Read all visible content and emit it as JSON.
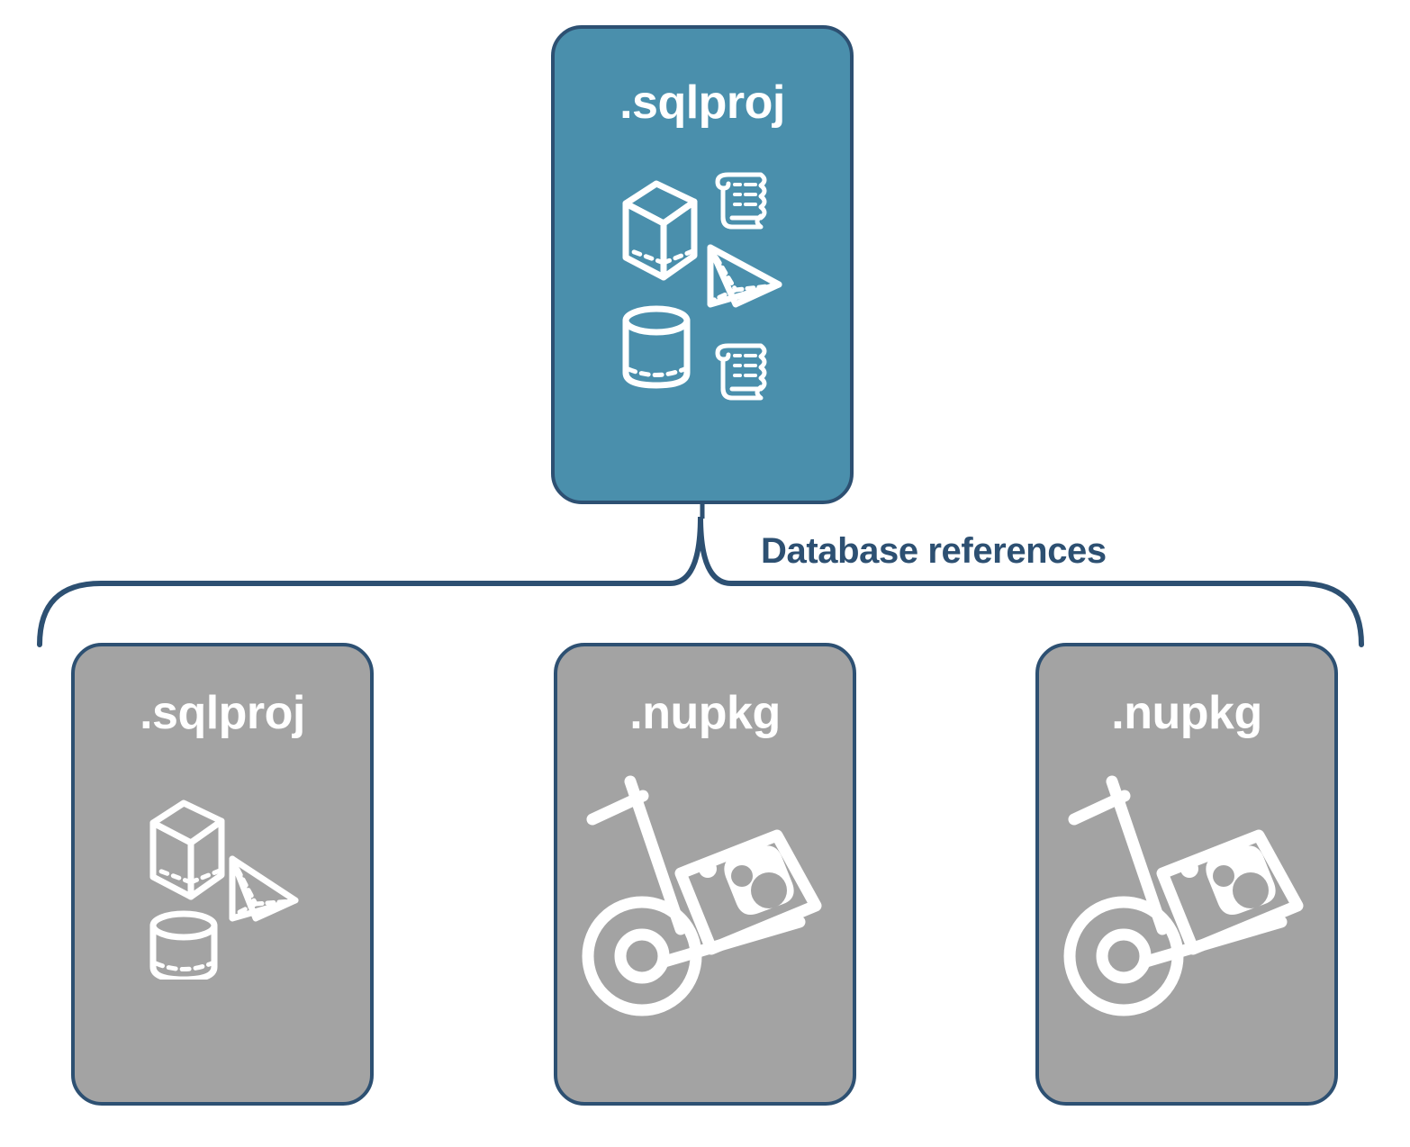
{
  "diagram": {
    "title_semantic": "sql-project-database-references-diagram",
    "background_color": "#ffffff",
    "accent_teal": "#4a8fac",
    "accent_gray": "#a3a3a3",
    "border_navy": "#2d5072",
    "label_navy": "#2d5072",
    "icon_white": "#ffffff"
  },
  "connector": {
    "label": "Database references",
    "style": "curly-brace",
    "color": "#2d5072"
  },
  "nodes": {
    "root": {
      "label": ".sqlproj",
      "fill": "#4a8fac",
      "icons": [
        "cube-icon",
        "scroll-icon",
        "pyramid-icon",
        "cylinder-icon",
        "scroll-icon"
      ]
    },
    "children": [
      {
        "label": ".sqlproj",
        "fill": "#a3a3a3",
        "icons": [
          "cube-icon",
          "pyramid-icon",
          "cylinder-icon"
        ]
      },
      {
        "label": ".nupkg",
        "fill": "#a3a3a3",
        "icons": [
          "nuget-hand-truck-icon"
        ]
      },
      {
        "label": ".nupkg",
        "fill": "#a3a3a3",
        "icons": [
          "nuget-hand-truck-icon"
        ]
      }
    ]
  }
}
